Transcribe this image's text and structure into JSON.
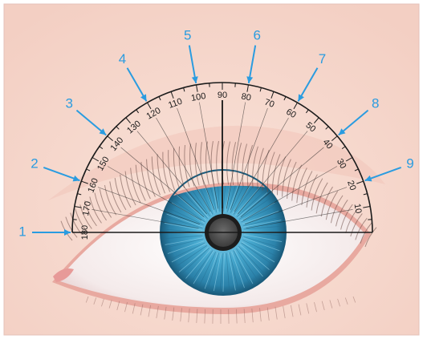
{
  "diagram": {
    "scale_labels": [
      "10",
      "20",
      "30",
      "40",
      "50",
      "60",
      "70",
      "80",
      "90",
      "100",
      "110",
      "120",
      "130",
      "140",
      "150",
      "160",
      "170",
      "180"
    ],
    "callouts": [
      {
        "label": "1",
        "angle_deg": 180
      },
      {
        "label": "2",
        "angle_deg": 160
      },
      {
        "label": "3",
        "angle_deg": 140
      },
      {
        "label": "4",
        "angle_deg": 120
      },
      {
        "label": "5",
        "angle_deg": 100
      },
      {
        "label": "6",
        "angle_deg": 80
      },
      {
        "label": "7",
        "angle_deg": 60
      },
      {
        "label": "8",
        "angle_deg": 40
      },
      {
        "label": "9",
        "angle_deg": 20
      }
    ],
    "colors": {
      "background": "#f7d9cf",
      "iris": "#3e9fc3",
      "iris_dark": "#1f6f94",
      "pupil": "#555555",
      "sclera": "#ffffff",
      "callout": "#2a9ce0",
      "protractor_line": "#1a1a1a",
      "lid": "#e8a9a0"
    }
  }
}
